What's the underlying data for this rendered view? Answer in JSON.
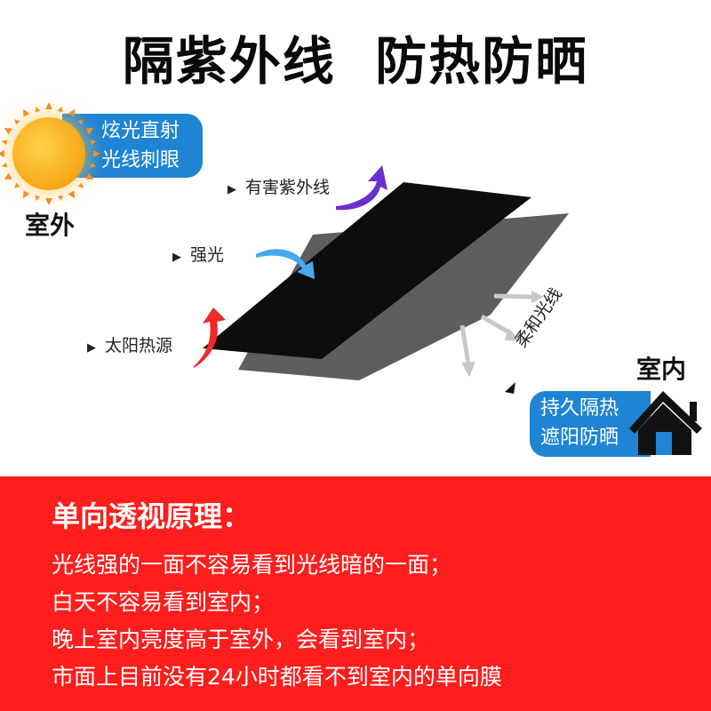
{
  "title": "隔紫外线  防热防晒",
  "outdoor": {
    "label": "室外",
    "badge": [
      "炫光直射",
      "光线刺眼"
    ],
    "icon": "sun-icon"
  },
  "indoor": {
    "label": "室内",
    "badge": [
      "持久隔热",
      "遮阳防晒"
    ],
    "icon": "house-icon"
  },
  "rays": [
    {
      "label": "有害紫外线",
      "color": "#6a2fd0",
      "icon": "arrow-reflect-icon"
    },
    {
      "label": "强光",
      "color": "#48a9ee",
      "icon": "arrow-in-icon"
    },
    {
      "label": "太阳热源",
      "color": "#ee2a2a",
      "icon": "arrow-up-icon"
    }
  ],
  "soft_light": {
    "label": "柔和光线",
    "color": "#c8c8c8"
  },
  "principle": {
    "title": "单向透视原理：",
    "lines": [
      "光线强的一面不容易看到光线暗的一面；",
      "白天不容易看到室内；",
      "晚上室内亮度高于室外，会看到室内；",
      "市面上目前没有24小时都看不到室内的单向膜"
    ]
  },
  "colors": {
    "badge_blue": "#1f84d4",
    "banner_red": "#ff1d1d",
    "film_dark": "#0d0d0d",
    "film_gray": "#5e5e5e"
  }
}
